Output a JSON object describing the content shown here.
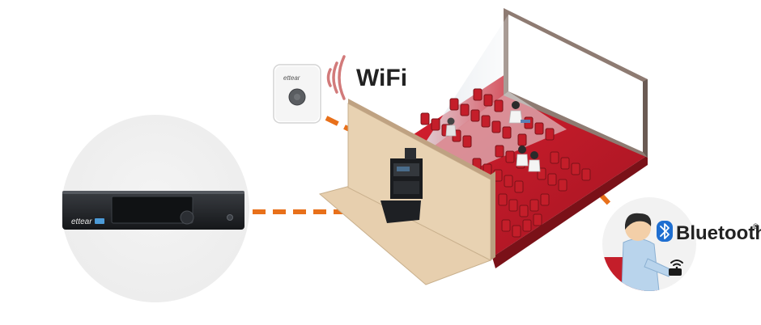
{
  "labels": {
    "wifi": "WiFi",
    "bluetooth": "Bluetooth",
    "bluetooth_mark": "®"
  },
  "devices": {
    "server_brand": "ettear",
    "server_badge": "",
    "receiver_brand": "ettear"
  },
  "colors": {
    "connection_line": "#e8701a",
    "seat_red": "#c41e2a",
    "seat_dark": "#7a1118",
    "wall": "#e7cfae",
    "screen_frame": "#8e7b72",
    "wifi_waves": "#d27a7a",
    "bluetooth_badge": "#1f6fd1"
  },
  "icons": {
    "wifi_waves": "wifi-signal-icon",
    "bluetooth": "bluetooth-icon",
    "receiver_wifi": "wifi-icon"
  }
}
